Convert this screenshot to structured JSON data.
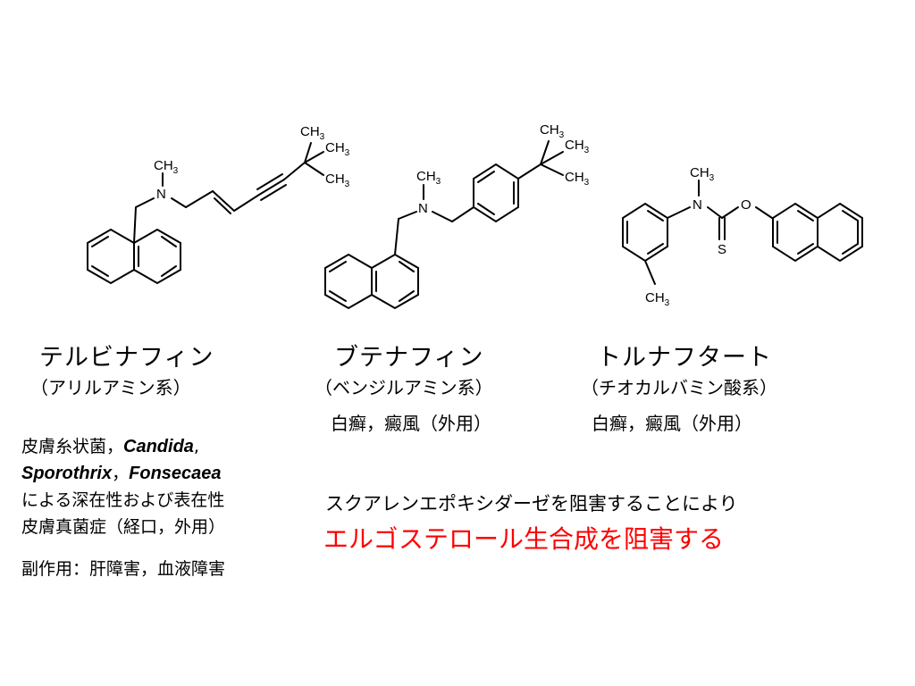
{
  "compounds": [
    {
      "name": "テルビナフィン",
      "class": "（アリルアミン系）"
    },
    {
      "name": "ブテナフィン",
      "class": "（ベンジルアミン系）",
      "use": "白癬，癜風（外用）"
    },
    {
      "name": "トルナフタート",
      "class": "（チオカルバミン酸系）",
      "use": "白癬，癜風（外用）"
    }
  ],
  "terbinafine_notes": {
    "line1_prefix": "皮膚糸状菌，",
    "line1_italic": "Candida",
    "line1_suffix": ",",
    "line2_italic_a": "Sporothrix",
    "line2_sep": "，",
    "line2_italic_b": "Fonsecaea",
    "line3": "による深在性および表在性",
    "line4": "皮膚真菌症（経口，外用）",
    "side_effects": "副作用：肝障害，血液障害"
  },
  "mechanism": {
    "line1": "スクアレンエポキシダーゼを阻害することにより",
    "line2": "エルゴステロール生合成を阻害する",
    "highlight_color": "#ff0000"
  },
  "atom_labels": {
    "ch3": "CH",
    "sub3": "3",
    "n": "N",
    "o": "O",
    "s": "S"
  }
}
